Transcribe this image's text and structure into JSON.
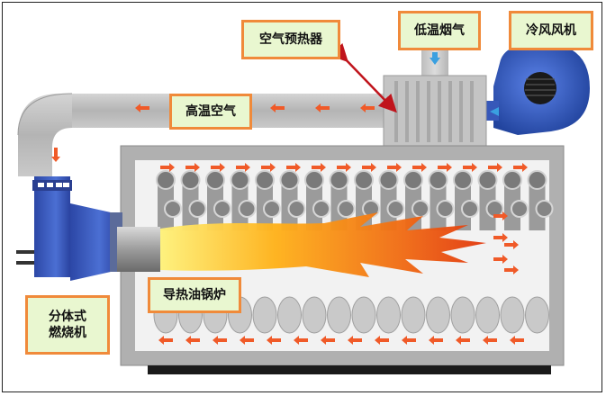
{
  "labels": {
    "air_preheater": "空气预热器",
    "low_temp_flue_gas": "低温烟气",
    "cold_air_fan": "冷风风机",
    "high_temp_air": "高温空气",
    "split_burner_line1": "分体式",
    "split_burner_line2": "燃烧机",
    "thermal_oil_boiler": "导热油锅炉"
  },
  "colors": {
    "label_fill": "#e9f7d0",
    "label_border": "#f08a3a",
    "duct": "#b9b9b9",
    "boiler_shell": "#b0b0b0",
    "boiler_inner": "#f2f2f2",
    "tube": "#8e8e8e",
    "fan": "#2f56c6",
    "burner": "#3252b8",
    "flow_arrow": "#f05a28",
    "pointer_arrow": "#c0141c",
    "outlet_arrow": "#3aa0e0"
  }
}
